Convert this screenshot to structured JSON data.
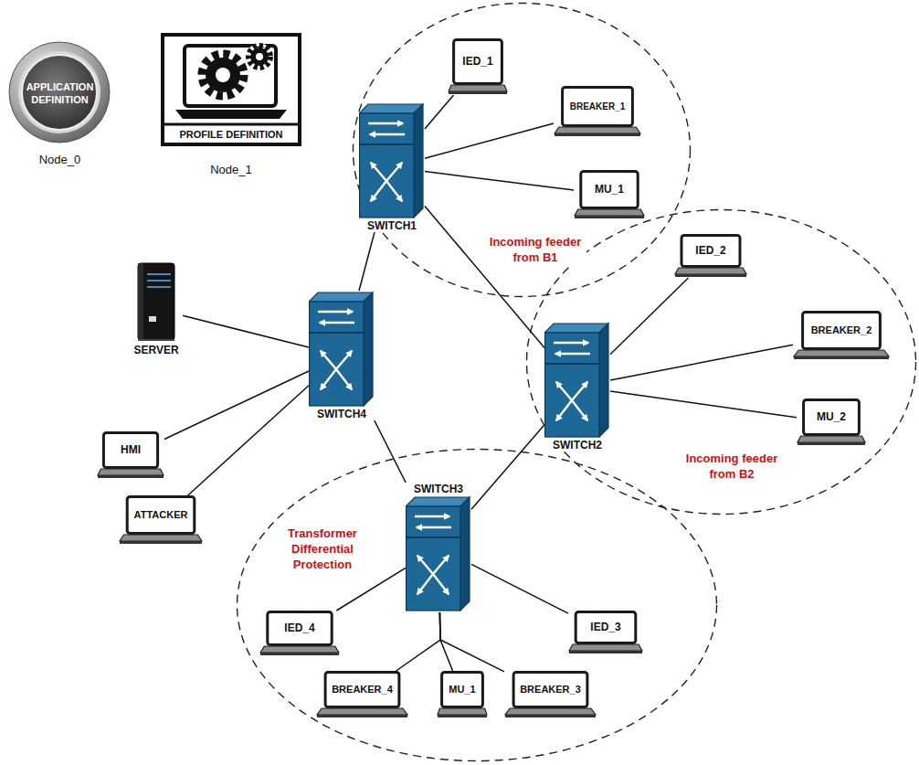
{
  "diagram": {
    "nodes": [
      {
        "text": [
          "APPLICATION DEFINITION",
          "Node_0"
        ]
      },
      {
        "text": [
          "PROFILE DEFINITION",
          "Node_1"
        ]
      },
      {
        "text": [
          "Incoming feeder from B1"
        ]
      },
      {
        "text": [
          "IED_1"
        ],
        "in": 2
      },
      {
        "text": [
          "BREAKER_1"
        ],
        "in": 2
      },
      {
        "text": [
          "SWITCH1"
        ],
        "in": 2
      },
      {
        "text": [
          "MU_1"
        ],
        "in": 2
      },
      {
        "text": [
          "Incoming feeder from B2"
        ]
      },
      {
        "text": [
          "IED_2"
        ],
        "in": 7
      },
      {
        "text": [
          "BREAKER_2"
        ],
        "in": 7
      },
      {
        "text": [
          "SWITCH2"
        ],
        "in": 7
      },
      {
        "text": [
          "MU_2"
        ],
        "in": 7
      },
      {
        "text": [
          "SERVER"
        ]
      },
      {
        "text": [
          "SWITCH4"
        ]
      },
      {
        "text": [
          "HMI"
        ]
      },
      {
        "text": [
          "ATTACKER"
        ]
      },
      {
        "text": [
          "Transformer Differential Protection"
        ]
      },
      {
        "text": [
          "SWITCH3"
        ],
        "in": 16
      },
      {
        "text": [
          "IED_4"
        ],
        "in": 16
      },
      {
        "text": [
          "IED_3"
        ],
        "in": 16
      },
      {
        "text": [
          "BREAKER_4"
        ],
        "in": 16
      },
      {
        "text": [
          "MU_1"
        ],
        "in": 16
      },
      {
        "text": [
          "BREAKER_3"
        ],
        "in": 16
      }
    ],
    "edges": [
      {
        "from": 5,
        "to": 3,
        "arrow": "none"
      },
      {
        "from": 5,
        "to": 4,
        "arrow": "none"
      },
      {
        "from": 5,
        "to": 6,
        "arrow": "none"
      },
      {
        "from": 5,
        "to": 13,
        "arrow": "none"
      },
      {
        "from": 5,
        "to": 10,
        "arrow": "none"
      },
      {
        "from": 10,
        "to": 8,
        "arrow": "none"
      },
      {
        "from": 10,
        "to": 9,
        "arrow": "none"
      },
      {
        "from": 10,
        "to": 11,
        "arrow": "none"
      },
      {
        "from": 10,
        "to": 17,
        "arrow": "none"
      },
      {
        "from": 13,
        "to": 12,
        "arrow": "none"
      },
      {
        "from": 13,
        "to": 14,
        "arrow": "none"
      },
      {
        "from": 13,
        "to": 15,
        "arrow": "none"
      },
      {
        "from": 13,
        "to": 17,
        "arrow": "none"
      },
      {
        "from": 17,
        "to": 18,
        "arrow": "none"
      },
      {
        "from": 17,
        "to": 19,
        "arrow": "none"
      },
      {
        "from": 17,
        "to": 20,
        "arrow": "none"
      },
      {
        "from": 17,
        "to": 21,
        "arrow": "none"
      },
      {
        "from": 17,
        "to": 22,
        "arrow": "none"
      }
    ]
  }
}
